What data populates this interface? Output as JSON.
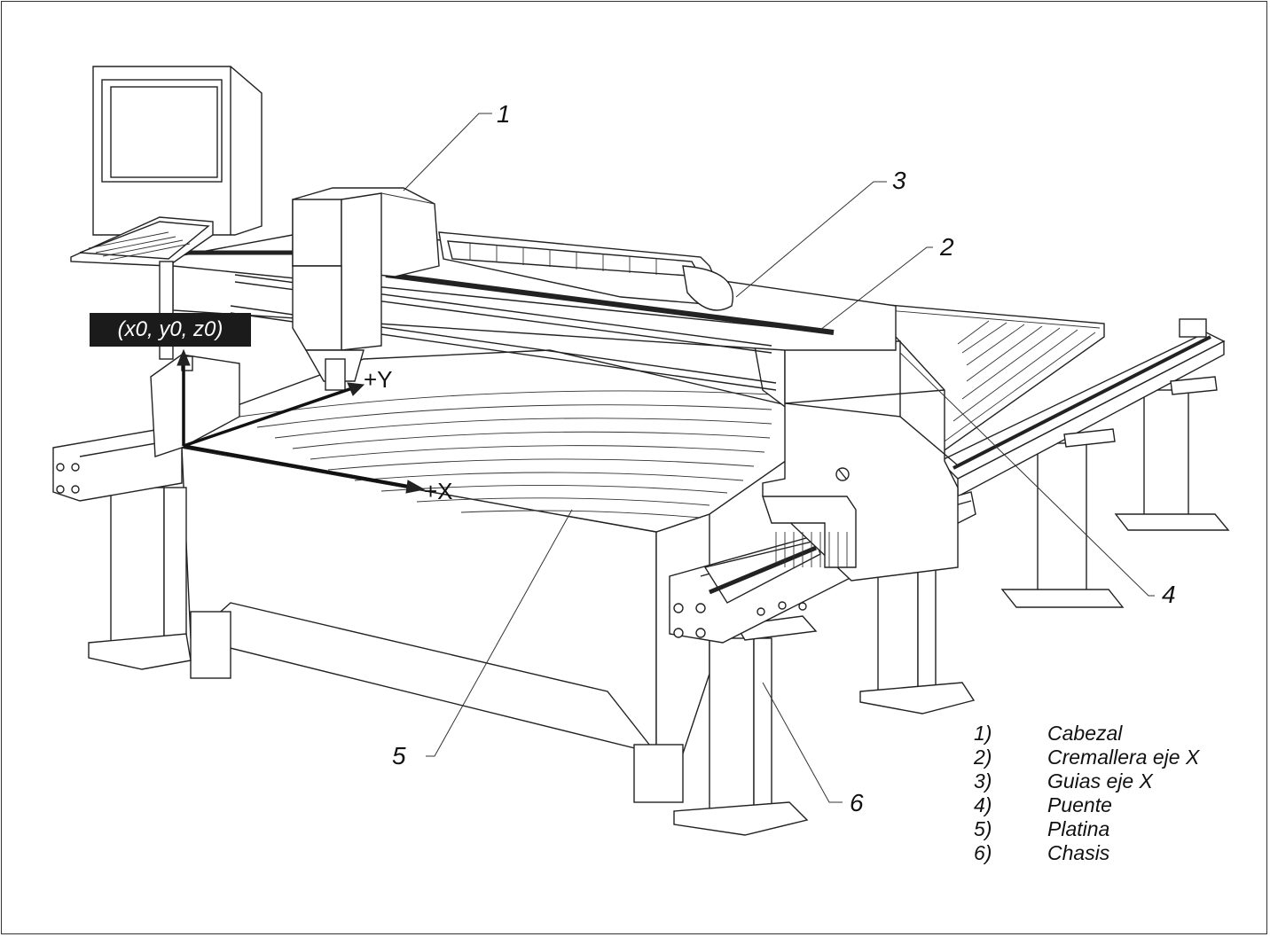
{
  "origin_label": "(x0, y0, z0)",
  "axes": {
    "x_label": "+X",
    "y_label": "+Y"
  },
  "callouts": [
    {
      "number": "1"
    },
    {
      "number": "2"
    },
    {
      "number": "3"
    },
    {
      "number": "4"
    },
    {
      "number": "5"
    },
    {
      "number": "6"
    }
  ],
  "legend": [
    {
      "number": "1)",
      "label": "Cabezal"
    },
    {
      "number": "2)",
      "label": "Cremallera eje X"
    },
    {
      "number": "3)",
      "label": "Guias eje X"
    },
    {
      "number": "4)",
      "label": "Puente"
    },
    {
      "number": "5)",
      "label": "Platina"
    },
    {
      "number": "6)",
      "label": "Chasis"
    }
  ]
}
